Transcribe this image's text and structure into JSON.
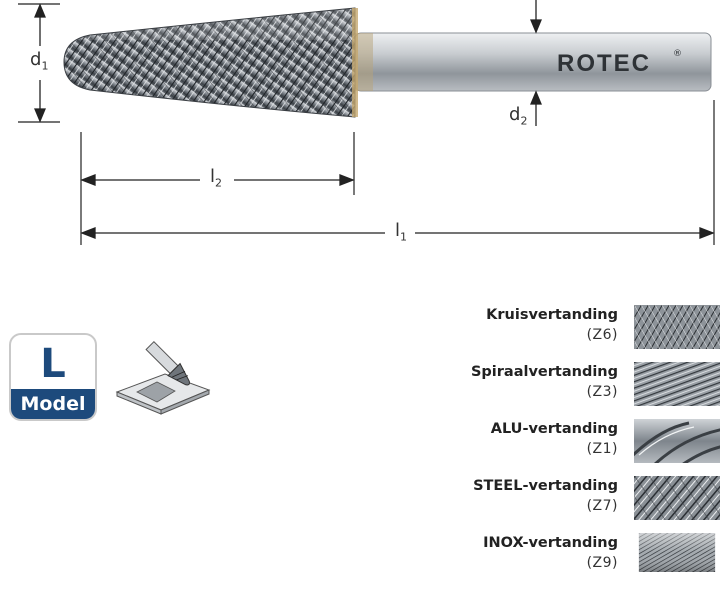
{
  "brand": "ROTEC",
  "dimensions": {
    "d1": {
      "letter": "d",
      "index": "1"
    },
    "d2": {
      "letter": "d",
      "index": "2"
    },
    "l1": {
      "letter": "l",
      "index": "1"
    },
    "l2": {
      "letter": "l",
      "index": "2"
    }
  },
  "model_badge": {
    "letter": "L",
    "word": "Model"
  },
  "colors": {
    "badge_blue": "#1d4a7c",
    "steel": "#9aa0a6",
    "dark_steel": "#4a4f55"
  },
  "cuts": [
    {
      "name": "Kruisvertanding",
      "code": "(Z6)",
      "swatch": "cross-cut-swatch"
    },
    {
      "name": "Spiraalvertanding",
      "code": "(Z3)",
      "swatch": "spiral-cut-swatch"
    },
    {
      "name": "ALU-vertanding",
      "code": "(Z1)",
      "swatch": "alu-cut-swatch"
    },
    {
      "name": "STEEL-vertanding",
      "code": "(Z7)",
      "swatch": "steel-cut-swatch"
    },
    {
      "name": "INOX-vertanding",
      "code": "(Z9)",
      "swatch": "inox-cut-swatch"
    }
  ]
}
